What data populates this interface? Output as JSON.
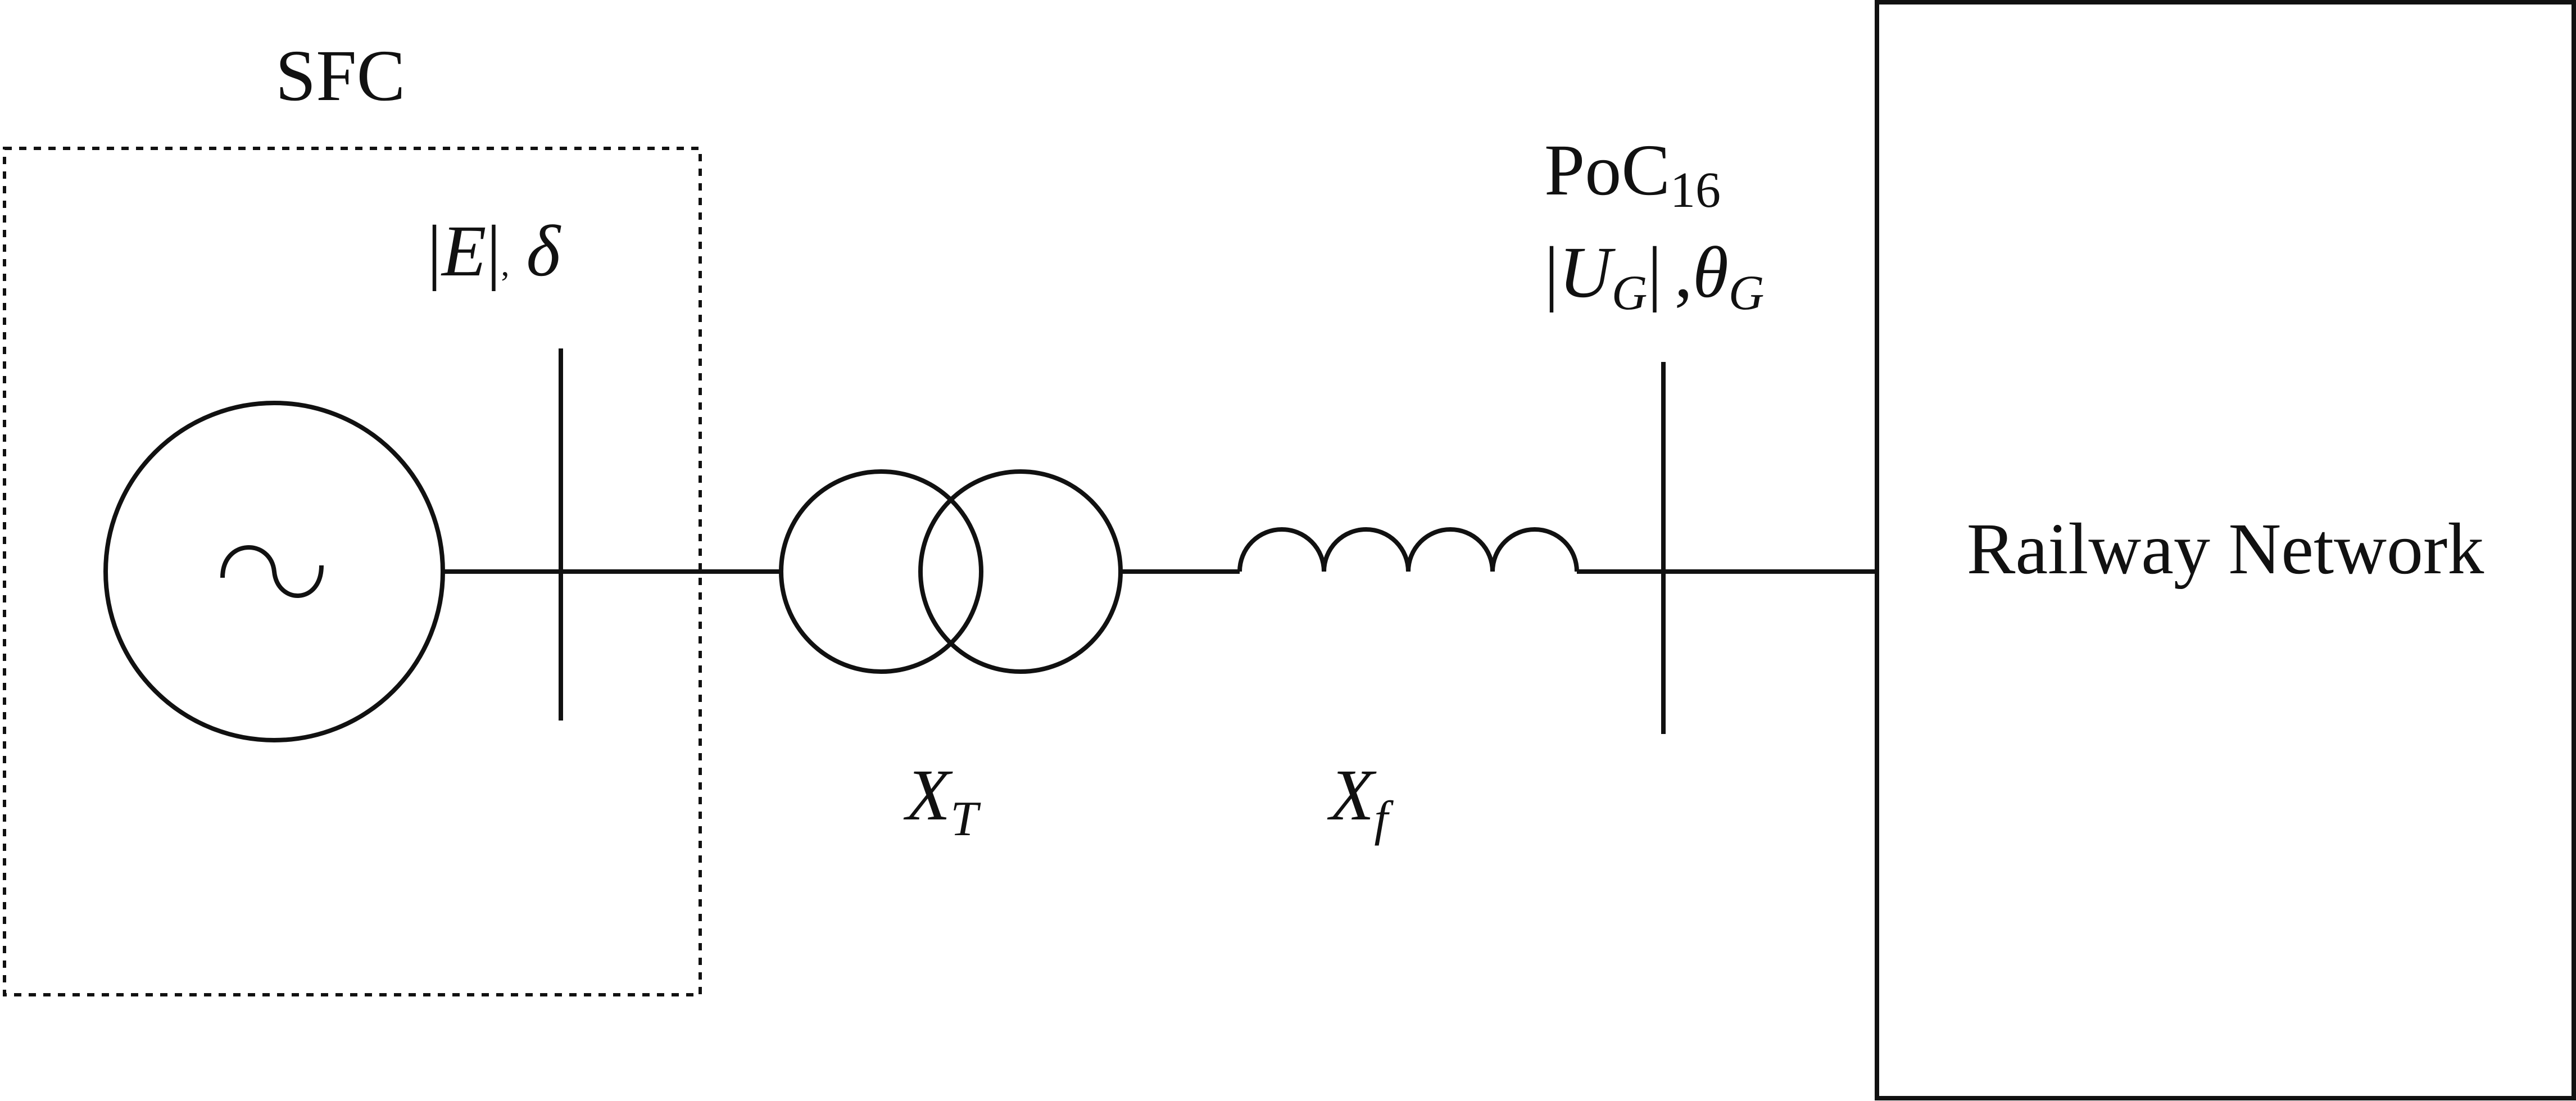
{
  "diagram": {
    "sfc_label": "SFC",
    "source_glyph": "~",
    "bus_label": {
      "abs_open": "|",
      "E": "E",
      "abs_close": "|",
      "comma": ",",
      "delta": "δ"
    },
    "transformer_label": {
      "X": "X",
      "sub": "T"
    },
    "filter_label": {
      "X": "X",
      "sub": "f"
    },
    "poc_label": {
      "text": "PoC",
      "sub": "16"
    },
    "poc_values": {
      "abs_open": "|",
      "U": "U",
      "U_sub": "G",
      "abs_close": "|",
      "comma": ",",
      "theta": "θ",
      "theta_sub": "G"
    },
    "network_label": "Railway Network",
    "colors": {
      "stroke": "#111111",
      "background": "#ffffff"
    }
  }
}
